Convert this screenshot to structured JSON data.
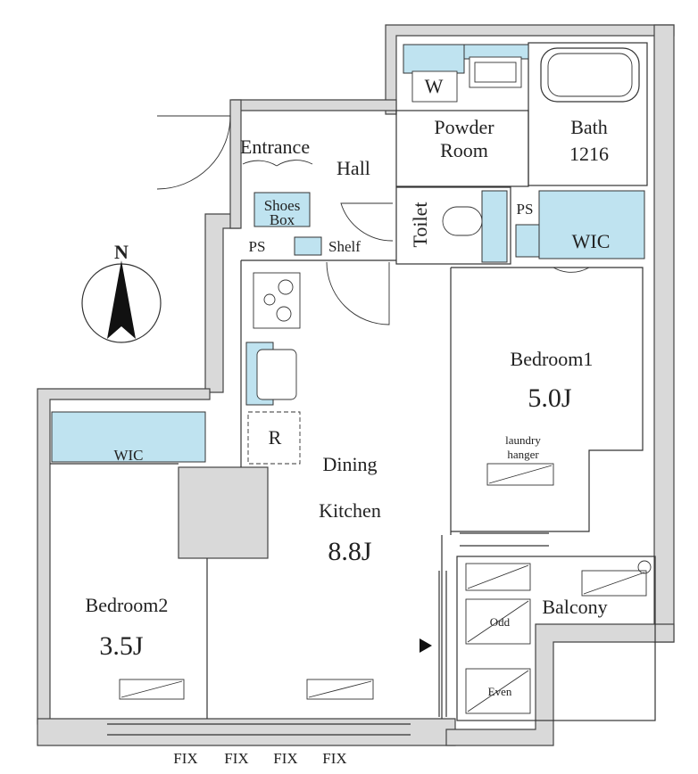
{
  "rooms": {
    "entrance": "Entrance",
    "shoes_box": [
      "Shoes",
      "Box"
    ],
    "hall": "Hall",
    "powder_room": [
      "Powder",
      "Room"
    ],
    "washer": "W",
    "bath": [
      "Bath",
      "1216"
    ],
    "toilet": "Toilet",
    "ps_top": "PS",
    "ps_left": "PS",
    "shelf": "Shelf",
    "wic_bedroom1": "WIC",
    "wic_bedroom2": "WIC",
    "bedroom1": "Bedroom1",
    "bedroom1_size": "5.0J",
    "laundry_hanger": [
      "laundry",
      "hanger"
    ],
    "dining_kitchen": [
      "Dining",
      "Kitchen"
    ],
    "dining_kitchen_size": "8.8J",
    "refrigerator": "R",
    "bedroom2": "Bedroom2",
    "bedroom2_size": "3.5J",
    "balcony": "Balcony",
    "odd": "Odd",
    "even": "Even"
  },
  "fix_labels": [
    "FIX",
    "FIX",
    "FIX",
    "FIX"
  ],
  "compass": {
    "label": "N"
  },
  "colors": {
    "storage_fill": "#bfe3f0",
    "wall_fill": "#d9d9d9",
    "line": "#333333"
  }
}
